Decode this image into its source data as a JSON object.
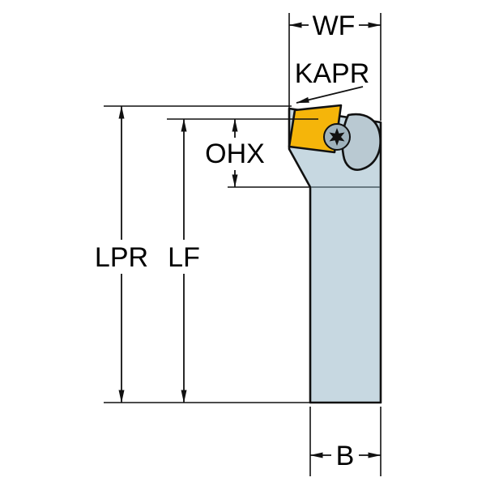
{
  "diagram": {
    "labels": {
      "wf": "WF",
      "kapr": "KAPR",
      "ohx": "OHX",
      "lpr": "LPR",
      "lf": "LF",
      "b": "B"
    },
    "colors": {
      "body": "#c7d8e1",
      "insert": "#f5b50a",
      "clamp": "#b9c9d2",
      "screw": "#9fb2bc",
      "line": "#111111"
    }
  }
}
